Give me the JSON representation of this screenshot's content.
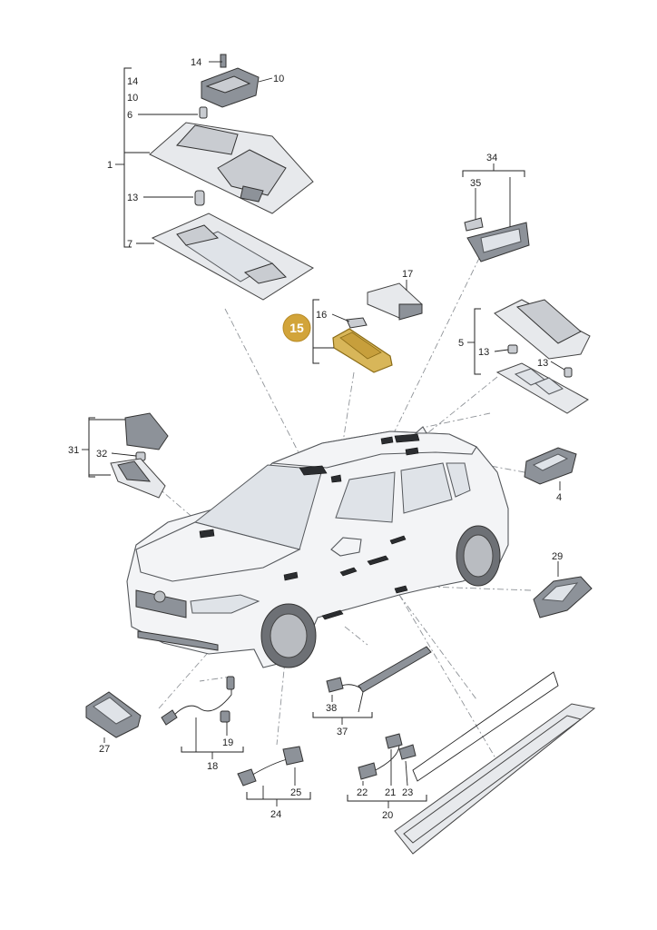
{
  "labels": {
    "p1": "1",
    "p4": "4",
    "p5": "5",
    "p6": "6",
    "p7": "7",
    "p10_top": "10",
    "p10_bracket": "10",
    "p13_roof": "13",
    "p13_a": "13",
    "p13_b": "13",
    "p14_top": "14",
    "p14_bracket": "14",
    "p15": "15",
    "p16": "16",
    "p17": "17",
    "p18": "18",
    "p19": "19",
    "p20": "20",
    "p21": "21",
    "p22": "22",
    "p23": "23",
    "p24": "24",
    "p25": "25",
    "p27": "27",
    "p29": "29",
    "p31": "31",
    "p32": "32",
    "p34": "34",
    "p35": "35",
    "p37": "37",
    "p38": "38"
  },
  "colors": {
    "highlight_badge": "#d2a43a",
    "highlight_part": "#d8b659",
    "line": "#222222",
    "part_fill": "#c9ccd1"
  },
  "highlighted_part": "15"
}
